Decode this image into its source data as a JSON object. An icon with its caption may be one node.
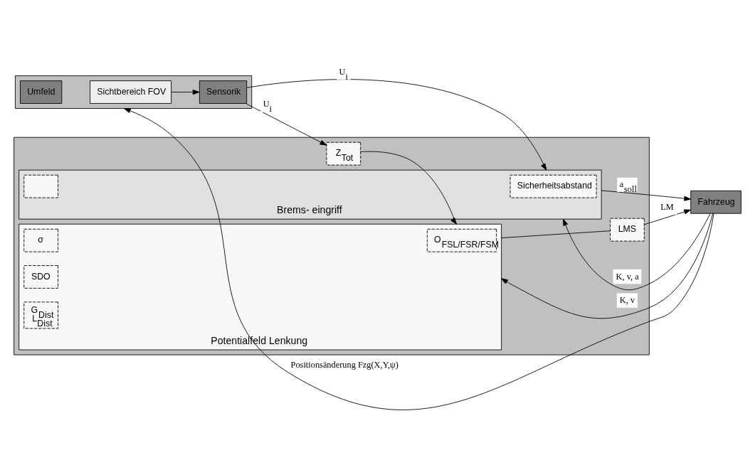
{
  "diagram": {
    "nodes": [
      {
        "text": [],
        "shape": "box"
      },
      {
        "text": [
          "Umfeld"
        ],
        "in": 0
      },
      {
        "text": [
          "Sichtbereich FOV"
        ],
        "in": 0
      },
      {
        "text": [
          "Sensorik"
        ],
        "in": 0
      },
      {
        "text": [],
        "shape": "box"
      },
      {
        "text": [
          "Brems- eingriff"
        ],
        "in": 4
      },
      {
        "text": [
          "Sicherheitsabstand"
        ],
        "in": 5
      },
      {
        "text": [],
        "shape": "box",
        "in": 5
      },
      {
        "text": [
          "Potentialfeld Lenkung"
        ],
        "in": 4
      },
      {
        "text": [
          "O$_{FSL/FSR/FSM}$"
        ],
        "in": 8
      },
      {
        "text": [
          "σ"
        ],
        "in": 8
      },
      {
        "text": [
          "SDO"
        ],
        "in": 8
      },
      {
        "text": [
          "G$_{Dist}$",
          "L$_{Dist}$"
        ],
        "in": 8
      },
      {
        "text": [
          "Z$_{Tot}$"
        ],
        "in": 4
      },
      {
        "text": [
          "LMS"
        ],
        "in": 4
      },
      {
        "text": [
          "Fahrzeug"
        ]
      }
    ],
    "edges": [
      {
        "from": 2,
        "to": 3,
        "arrow": "to"
      },
      {
        "from": 3,
        "to": 5,
        "arrow": "to",
        "label": "U$_{i}$"
      },
      {
        "from": 3,
        "to": 13,
        "arrow": "to",
        "label": "U$_{i}$"
      },
      {
        "from": 13,
        "to": 8,
        "arrow": "to"
      },
      {
        "from": 8,
        "to": 14,
        "arrow": "none"
      },
      {
        "from": 14,
        "to": 15,
        "arrow": "to",
        "label": "LM"
      },
      {
        "from": 5,
        "to": 15,
        "arrow": "to",
        "label": "a$_{soll}$"
      },
      {
        "from": 15,
        "to": 5,
        "arrow": "to",
        "label": "K, v, a"
      },
      {
        "from": 15,
        "to": 8,
        "arrow": "to",
        "label": "K, v"
      },
      {
        "from": 15,
        "to": 0,
        "arrow": "to",
        "label": "Positionsänderung Fzg(X,Y,ψ)"
      }
    ]
  }
}
